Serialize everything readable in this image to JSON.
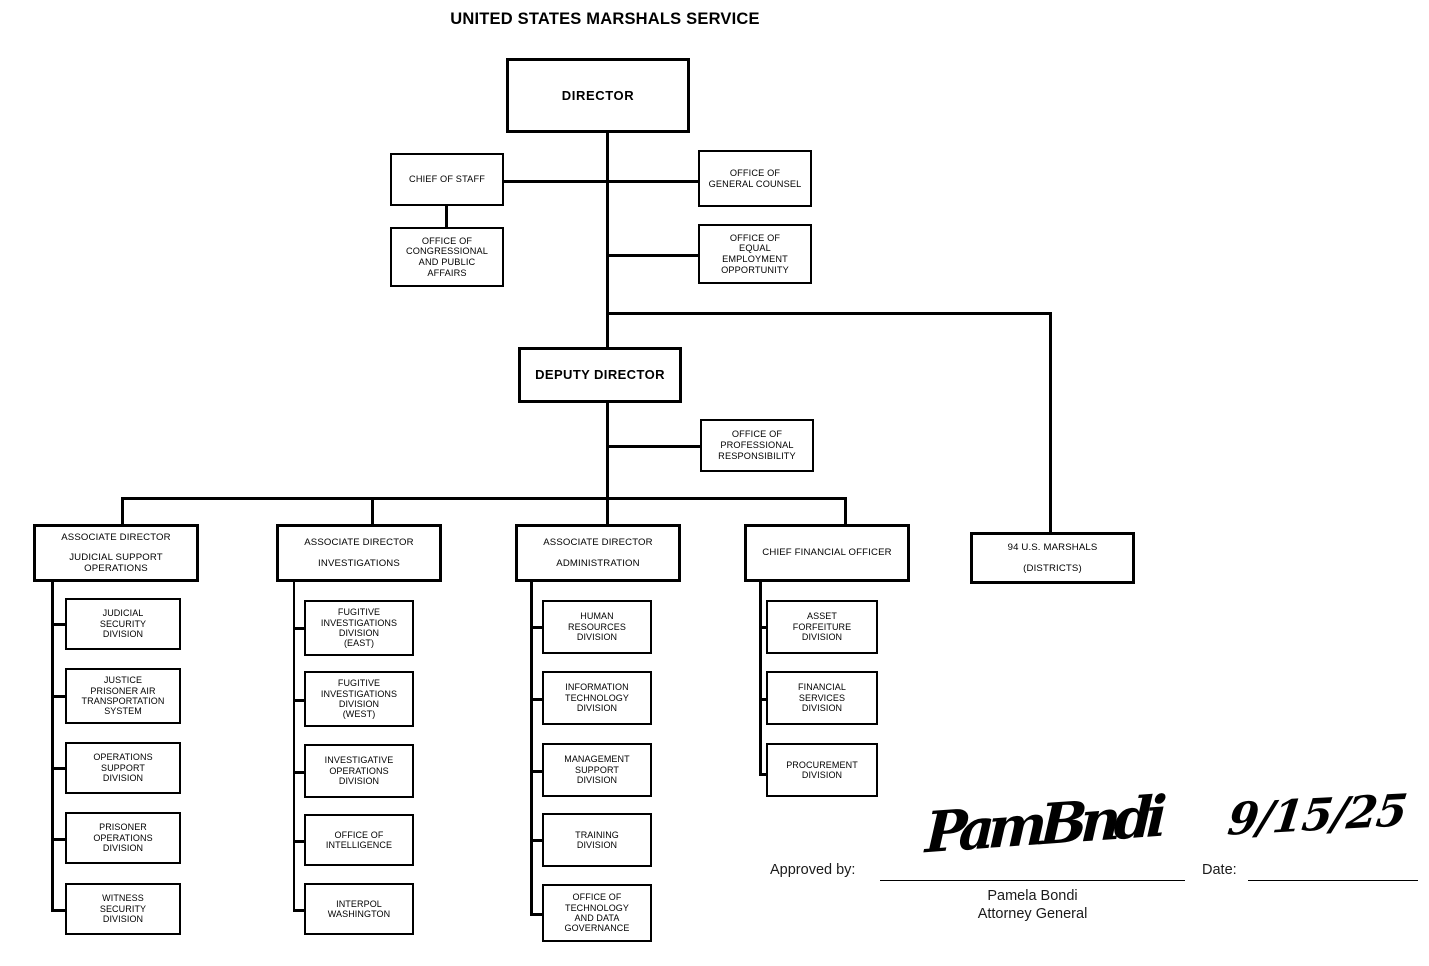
{
  "title": "UNITED STATES MARSHALS SERVICE",
  "nodes": {
    "director": "DIRECTOR",
    "deputy_director": "DEPUTY DIRECTOR",
    "chief_of_staff": "CHIEF OF STAFF",
    "office_congressional": [
      "OFFICE OF",
      "CONGRESSIONAL",
      "AND PUBLIC",
      "AFFAIRS"
    ],
    "office_general_counsel": [
      "OFFICE OF",
      "GENERAL COUNSEL"
    ],
    "office_eeo": [
      "OFFICE OF",
      "EQUAL",
      "EMPLOYMENT",
      "OPPORTUNITY"
    ],
    "office_professional_responsibility": [
      "OFFICE OF",
      "PROFESSIONAL",
      "RESPONSIBILITY"
    ],
    "marshals": [
      "94 U.S. MARSHALS",
      "(DISTRICTS)"
    ]
  },
  "columns": [
    {
      "head_title": "ASSOCIATE DIRECTOR",
      "head_sub": [
        "JUDICIAL SUPPORT",
        "OPERATIONS"
      ],
      "divisions": [
        [
          "JUDICIAL",
          "SECURITY",
          "DIVISION"
        ],
        [
          "JUSTICE",
          "PRISONER AIR",
          "TRANSPORTATION",
          "SYSTEM"
        ],
        [
          "OPERATIONS",
          "SUPPORT",
          "DIVISION"
        ],
        [
          "PRISONER",
          "OPERATIONS",
          "DIVISION"
        ],
        [
          "WITNESS",
          "SECURITY",
          "DIVISION"
        ]
      ]
    },
    {
      "head_title": "ASSOCIATE DIRECTOR",
      "head_sub": [
        "INVESTIGATIONS"
      ],
      "divisions": [
        [
          "FUGITIVE",
          "INVESTIGATIONS",
          "DIVISION",
          "(EAST)"
        ],
        [
          "FUGITIVE",
          "INVESTIGATIONS",
          "DIVISION",
          "(WEST)"
        ],
        [
          "INVESTIGATIVE",
          "OPERATIONS",
          "DIVISION"
        ],
        [
          "OFFICE OF",
          "INTELLIGENCE"
        ],
        [
          "INTERPOL",
          "WASHINGTON"
        ]
      ]
    },
    {
      "head_title": "ASSOCIATE DIRECTOR",
      "head_sub": [
        "ADMINISTRATION"
      ],
      "divisions": [
        [
          "HUMAN",
          "RESOURCES",
          "DIVISION"
        ],
        [
          "INFORMATION",
          "TECHNOLOGY",
          "DIVISION"
        ],
        [
          "MANAGEMENT",
          "SUPPORT",
          "DIVISION"
        ],
        [
          "TRAINING",
          "DIVISION"
        ],
        [
          "OFFICE OF",
          "TECHNOLOGY",
          "AND DATA",
          "GOVERNANCE"
        ]
      ]
    },
    {
      "head_title": "CHIEF FINANCIAL OFFICER",
      "head_sub": [],
      "divisions": [
        [
          "ASSET",
          "FORFEITURE",
          "DIVISION"
        ],
        [
          "FINANCIAL",
          "SERVICES",
          "DIVISION"
        ],
        [
          "PROCUREMENT",
          "DIVISION"
        ]
      ]
    }
  ],
  "signature": {
    "approved_label": "Approved by:",
    "date_label": "Date:",
    "name": "Pamela Bondi",
    "role": "Attorney General",
    "signature_mark": "PamBndi",
    "date_value": "9/15/25"
  },
  "colors": {
    "ink": "#000000",
    "paper": "#ffffff"
  }
}
